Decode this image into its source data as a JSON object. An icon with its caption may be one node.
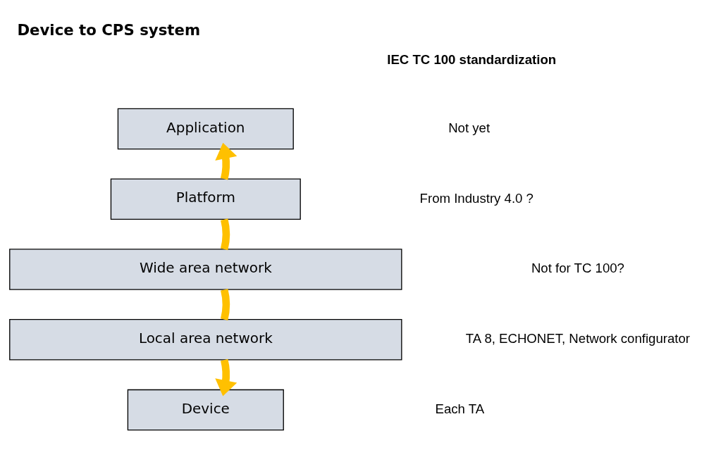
{
  "diagram": {
    "title": "Device to CPS system",
    "nodes": [
      {
        "text": [
          "Application"
        ]
      },
      {
        "text": [
          "Platform"
        ]
      },
      {
        "text": [
          "Wide area network"
        ]
      },
      {
        "text": [
          "Local area network"
        ]
      },
      {
        "text": [
          "Device"
        ]
      }
    ],
    "edges": [
      {
        "from": 1,
        "to": 0,
        "arrow": "to"
      },
      {
        "from": 1,
        "to": 2,
        "arrow": "none"
      },
      {
        "from": 2,
        "to": 3,
        "arrow": "none"
      },
      {
        "from": 3,
        "to": 4,
        "arrow": "to"
      }
    ],
    "labels": [
      "IEC TC 100 standardization",
      "Not yet",
      "From Industry 4.0 ?",
      "Not for TC 100?",
      "TA 8, ECHONET, Network configurator",
      "Each TA"
    ]
  }
}
